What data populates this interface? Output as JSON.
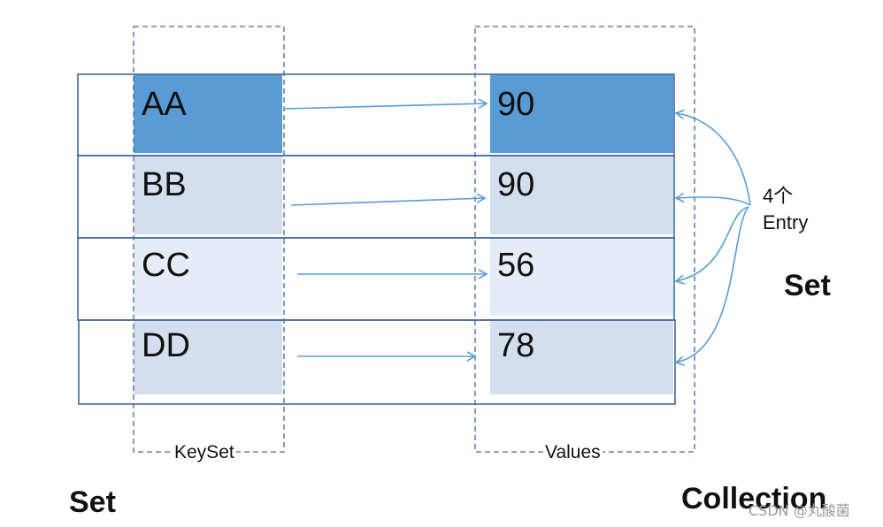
{
  "colors": {
    "highlight_fill": "#5b9bd5",
    "row_fill_light": "#d3deef",
    "row_fill_lighter": "#e6ecf7",
    "border": "#41699a",
    "arrow": "#5b9bd5",
    "dashed": "#41699a"
  },
  "rows": [
    {
      "key": "AA",
      "value": "90"
    },
    {
      "key": "BB",
      "value": "90"
    },
    {
      "key": "CC",
      "value": "56"
    },
    {
      "key": "DD",
      "value": "78"
    }
  ],
  "labels": {
    "keyset": "KeySet",
    "values": "Values",
    "set_bottom": "Set",
    "collection": "Collection",
    "set_right": "Set",
    "entry_line1": "4个",
    "entry_line2": "Entry"
  },
  "watermark": "CSDN @丸酸菌"
}
